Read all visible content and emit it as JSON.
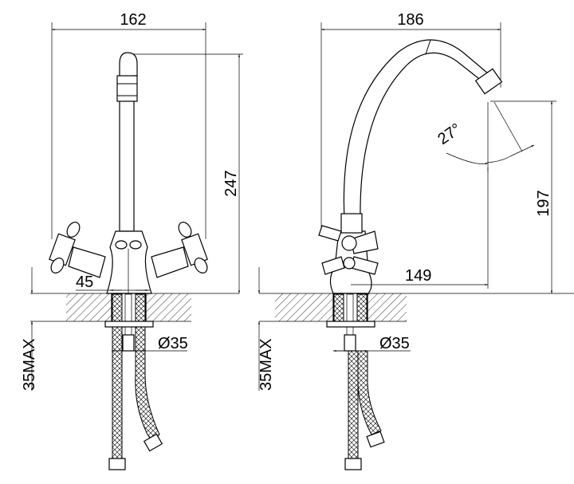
{
  "front_view": {
    "width_label": "162",
    "height_label": "247",
    "base_label": "45",
    "hole_label": "Ø35",
    "counter_label": "35MAX"
  },
  "side_view": {
    "reach_width_label": "186",
    "angle_label": "27°",
    "spout_height_label": "197",
    "reach_label": "149",
    "hole_label": "Ø35",
    "counter_label": "35MAX"
  }
}
